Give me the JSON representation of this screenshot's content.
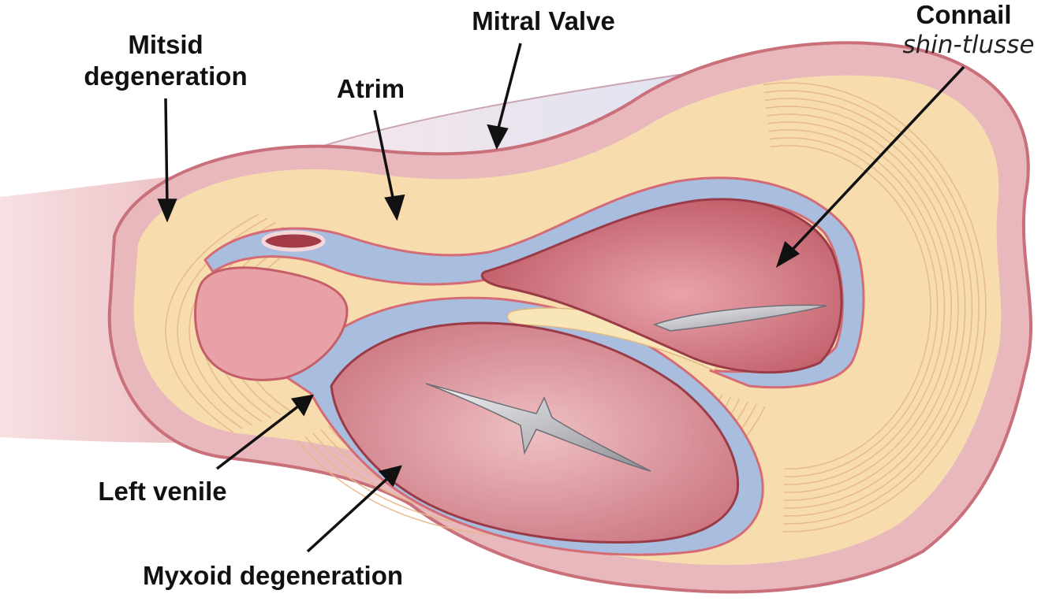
{
  "labels": {
    "mitral_valve": "Mitral Valve",
    "mitsid_line1": "Mitsid",
    "mitsid_line2": "degeneration",
    "atrim": "Atrim",
    "connail": "Connail",
    "shin_tlusse": "shin-tlusse",
    "left_venile": "Left venile",
    "myxoid": "Myxoid degeneration"
  },
  "colors": {
    "outer_tissue": "#e8b8bc",
    "outer_edge": "#c9707a",
    "myocardium": "#f7dcae",
    "fiber": "#e6b98a",
    "membrane": "#a9bddf",
    "cavity": "#c45f6a",
    "cavity_light": "#e8a1a6",
    "vessel": "#dfe3f1"
  }
}
